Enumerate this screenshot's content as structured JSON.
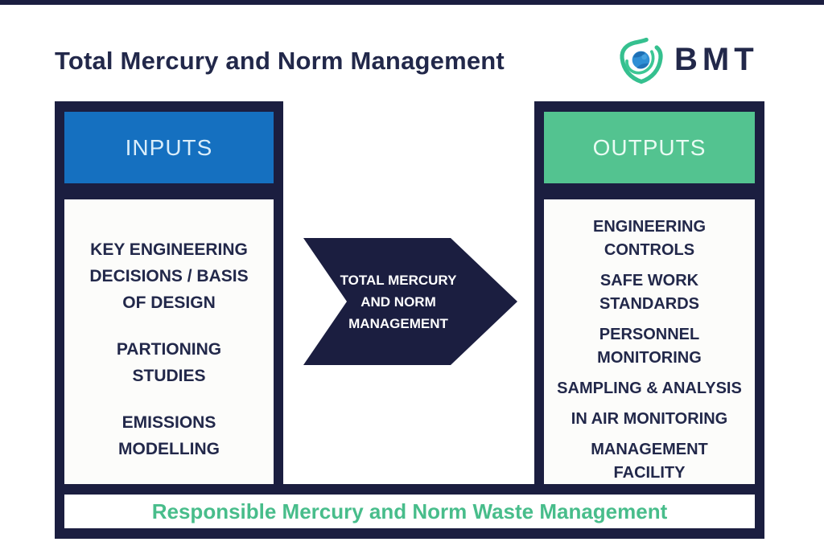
{
  "page": {
    "title": "Total Mercury and Norm Management"
  },
  "logo": {
    "text": "BMT",
    "icon": "bmt-shield-globe-icon"
  },
  "colors": {
    "navy": "#1b1e40",
    "title_navy": "#22284a",
    "inputs_blue": "#1570c0",
    "outputs_green": "#53c390",
    "footer_green": "#48bd8b",
    "logo_green": "#35c08f",
    "logo_globe_blue": "#2f8fd5"
  },
  "flow": {
    "inputs": {
      "header": "INPUTS",
      "items": [
        [
          "KEY ENGINEERING",
          "DECISIONS / BASIS",
          "OF DESIGN"
        ],
        [
          "PARTIONING",
          "STUDIES"
        ],
        [
          "EMISSIONS",
          "MODELLING"
        ]
      ]
    },
    "process": {
      "lines": [
        "TOTAL MERCURY",
        "AND NORM",
        "MANAGEMENT"
      ]
    },
    "outputs": {
      "header": "OUTPUTS",
      "items": [
        [
          "ENGINEERING",
          "CONTROLS"
        ],
        [
          "SAFE WORK",
          "STANDARDS"
        ],
        [
          "PERSONNEL",
          "MONITORING"
        ],
        [
          "SAMPLING & ANALYSIS"
        ],
        [
          "IN AIR MONITORING"
        ],
        [
          "MANAGEMENT",
          "FACILITY"
        ]
      ]
    },
    "footer": "Responsible Mercury and Norm Waste Management"
  }
}
